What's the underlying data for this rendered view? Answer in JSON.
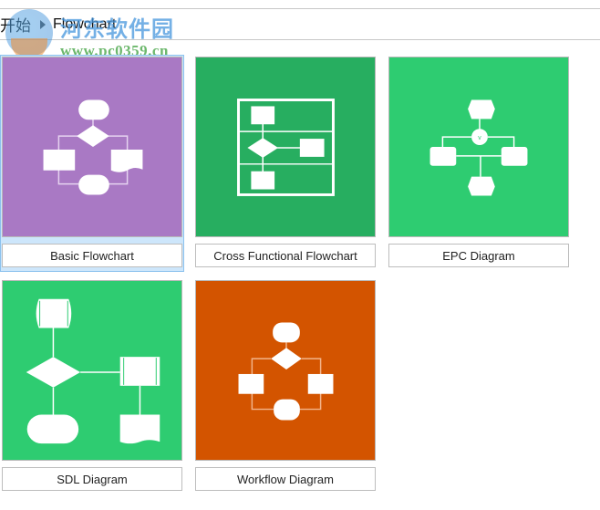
{
  "breadcrumb": {
    "home": "开始",
    "separator_icon": "triangle-right-icon",
    "current": "Flowchart"
  },
  "watermark": {
    "title": "河东软件园",
    "url": "www.pc0359.cn"
  },
  "templates": [
    {
      "label": "Basic Flowchart",
      "color": "#a979c4",
      "icon": "basic-flowchart-icon",
      "selected": true
    },
    {
      "label": "Cross Functional Flowchart",
      "color": "#27ae60",
      "icon": "cross-functional-flowchart-icon",
      "selected": false
    },
    {
      "label": "EPC Diagram",
      "color": "#2ecc71",
      "icon": "epc-diagram-icon",
      "selected": false
    },
    {
      "label": "SDL Diagram",
      "color": "#2ecc71",
      "icon": "sdl-diagram-icon",
      "selected": false
    },
    {
      "label": "Workflow Diagram",
      "color": "#d35400",
      "icon": "workflow-diagram-icon",
      "selected": false
    }
  ],
  "colors": {
    "selection_bg": "#cde6fb",
    "selection_border": "#8cc2ee",
    "divider": "#c8c8c8"
  }
}
